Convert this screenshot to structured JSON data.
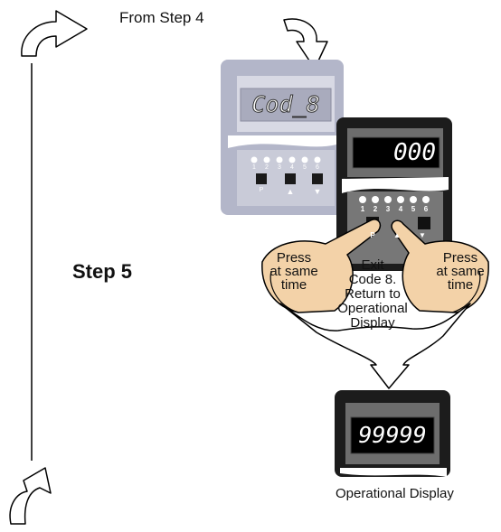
{
  "labels": {
    "from_step": "From Step 4",
    "step": "Step 5",
    "operational_display": "Operational Display"
  },
  "back_unit": {
    "display": "Cod_8",
    "leds": [
      "1",
      "2",
      "3",
      "4",
      "5",
      "6"
    ],
    "key_labels": [
      "P",
      "▲",
      "▼"
    ]
  },
  "front_unit": {
    "display": "000",
    "leds": [
      "1",
      "2",
      "3",
      "4",
      "5",
      "6"
    ],
    "key_labels": [
      "P",
      "▲",
      "▼"
    ]
  },
  "instructions": {
    "press_left": [
      "Press",
      "at same",
      "time"
    ],
    "press_right": [
      "Press",
      "at same",
      "time"
    ],
    "exit_lines": [
      "Exit",
      "Code 8.",
      "Return to",
      "Operational",
      "Display"
    ]
  },
  "result_unit": {
    "display": "99999"
  },
  "colors": {
    "bezel_dark": "#1a1a1a",
    "bezel_light": "#b0b4c8",
    "lcd_bg": "#000000",
    "lcd_text": "#ffffff",
    "skin": "#f3d2a8"
  }
}
